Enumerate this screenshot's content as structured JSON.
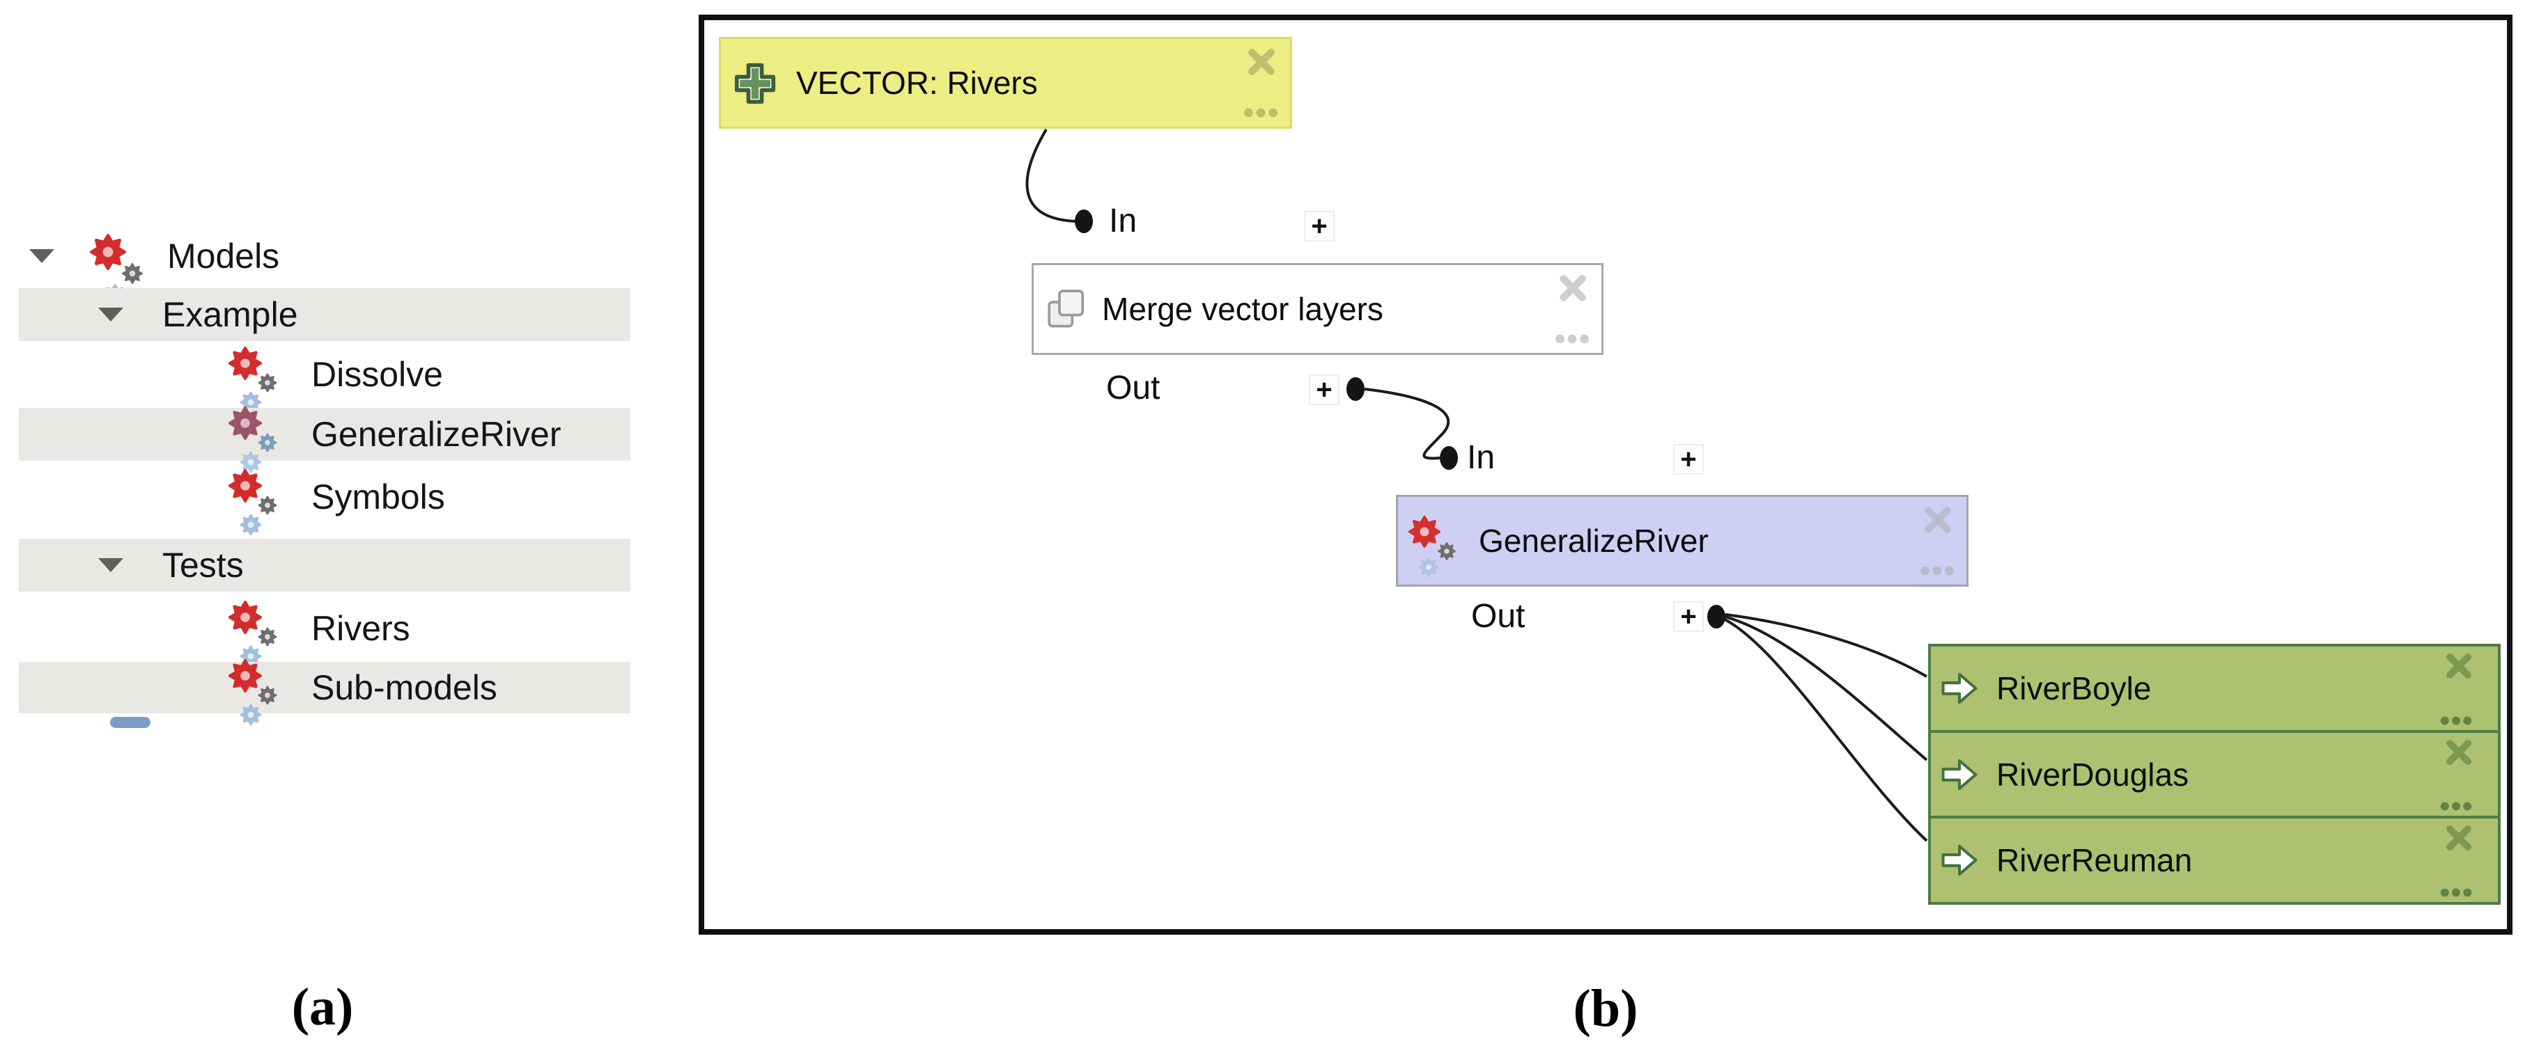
{
  "figure": {
    "captions": {
      "a": "(a)",
      "b": "(b)"
    }
  },
  "tree": {
    "items": [
      {
        "label": "Models",
        "level": 0,
        "expanded": true,
        "icon": "model-gears-icon",
        "highlighted": false
      },
      {
        "label": "Example",
        "level": 1,
        "expanded": true,
        "icon": "triangle-down-icon",
        "highlighted": true
      },
      {
        "label": "Dissolve",
        "level": 2,
        "expanded": false,
        "icon": "model-gears-icon",
        "highlighted": false
      },
      {
        "label": "GeneralizeRiver",
        "level": 2,
        "expanded": false,
        "icon": "model-gears-muted-icon",
        "highlighted": true
      },
      {
        "label": "Symbols",
        "level": 2,
        "expanded": false,
        "icon": "model-gears-icon",
        "highlighted": false
      },
      {
        "label": "Tests",
        "level": 1,
        "expanded": true,
        "icon": "triangle-down-icon",
        "highlighted": true
      },
      {
        "label": "Rivers",
        "level": 2,
        "expanded": false,
        "icon": "model-gears-icon",
        "highlighted": false
      },
      {
        "label": "Sub-models",
        "level": 2,
        "expanded": false,
        "icon": "model-gears-icon",
        "highlighted": true
      }
    ]
  },
  "modeler": {
    "nodes": {
      "input": {
        "title": "VECTOR: Rivers",
        "type": "vector-input",
        "icon": "plus-cross-icon"
      },
      "merge": {
        "title": "Merge vector layers",
        "type": "algorithm",
        "icon": "layers-icon"
      },
      "model": {
        "title": "GeneralizeRiver",
        "type": "sub-model",
        "icon": "model-gears-icon"
      },
      "outputs": [
        {
          "title": "RiverBoyle",
          "icon": "arrow-right-icon"
        },
        {
          "title": "RiverDouglas",
          "icon": "arrow-right-icon"
        },
        {
          "title": "RiverReuman",
          "icon": "arrow-right-icon"
        }
      ]
    },
    "ports": {
      "row1": {
        "in_label": "In",
        "plus": "+"
      },
      "row2": {
        "out_label": "Out",
        "socket_plus": "+",
        "in_label": "In",
        "plus": "+"
      },
      "row3": {
        "out_label": "Out",
        "socket_plus": "+"
      }
    },
    "node_corner_icons": {
      "delete": "x-icon",
      "more": "dots-icon"
    }
  },
  "colors": {
    "input_node_bg": "#eced83",
    "input_node_border": "#dcdb69",
    "algorithm_node_bg": "#ffffff",
    "algorithm_node_border": "#a8a8a8",
    "model_node_bg": "#cfcef3",
    "model_node_border": "#a3a3ad",
    "output_node_bg": "#adc171",
    "output_node_border": "#4e7d46",
    "tree_row_highlight": "#e9e8e4",
    "wire": "#1b1b1b",
    "gear_red": "#d22c2c",
    "gear_gray": "#6e6e6e",
    "gear_blue": "#a3bede",
    "gear_muted_red": "#9b5568",
    "gear_muted_gray": "#7f9bba"
  }
}
